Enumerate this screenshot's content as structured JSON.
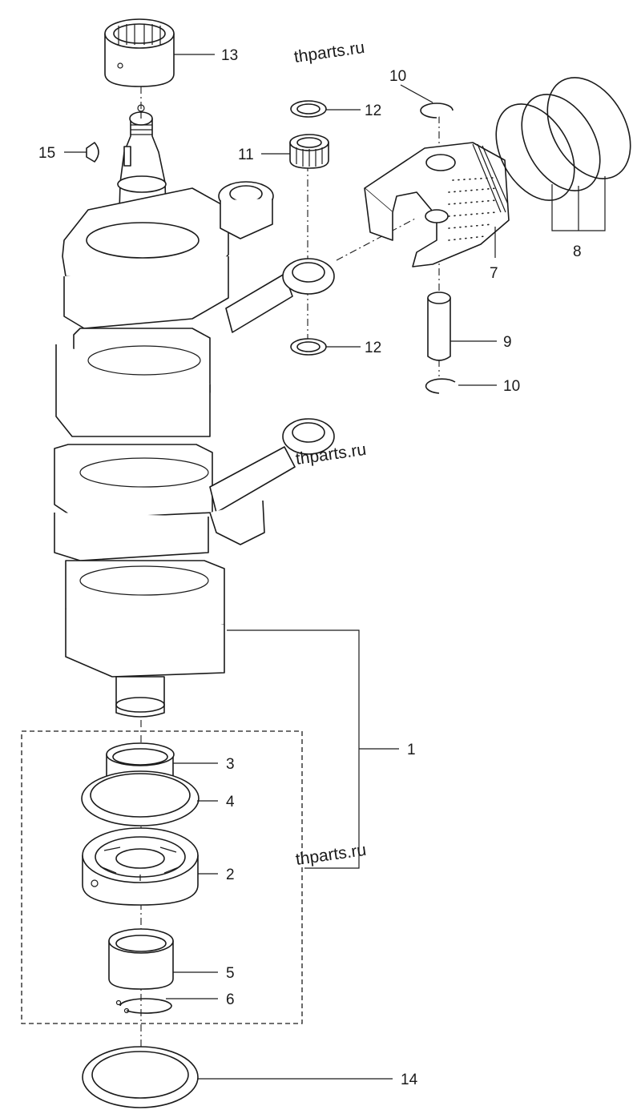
{
  "watermark": "thparts.ru",
  "labels": {
    "p1": "1",
    "p2": "2",
    "p3": "3",
    "p4": "4",
    "p5": "5",
    "p6": "6",
    "p7": "7",
    "p8": "8",
    "p9": "9",
    "p10a": "10",
    "p10b": "10",
    "p11": "11",
    "p12a": "12",
    "p12b": "12",
    "p13": "13",
    "p14": "14",
    "p15": "15"
  }
}
